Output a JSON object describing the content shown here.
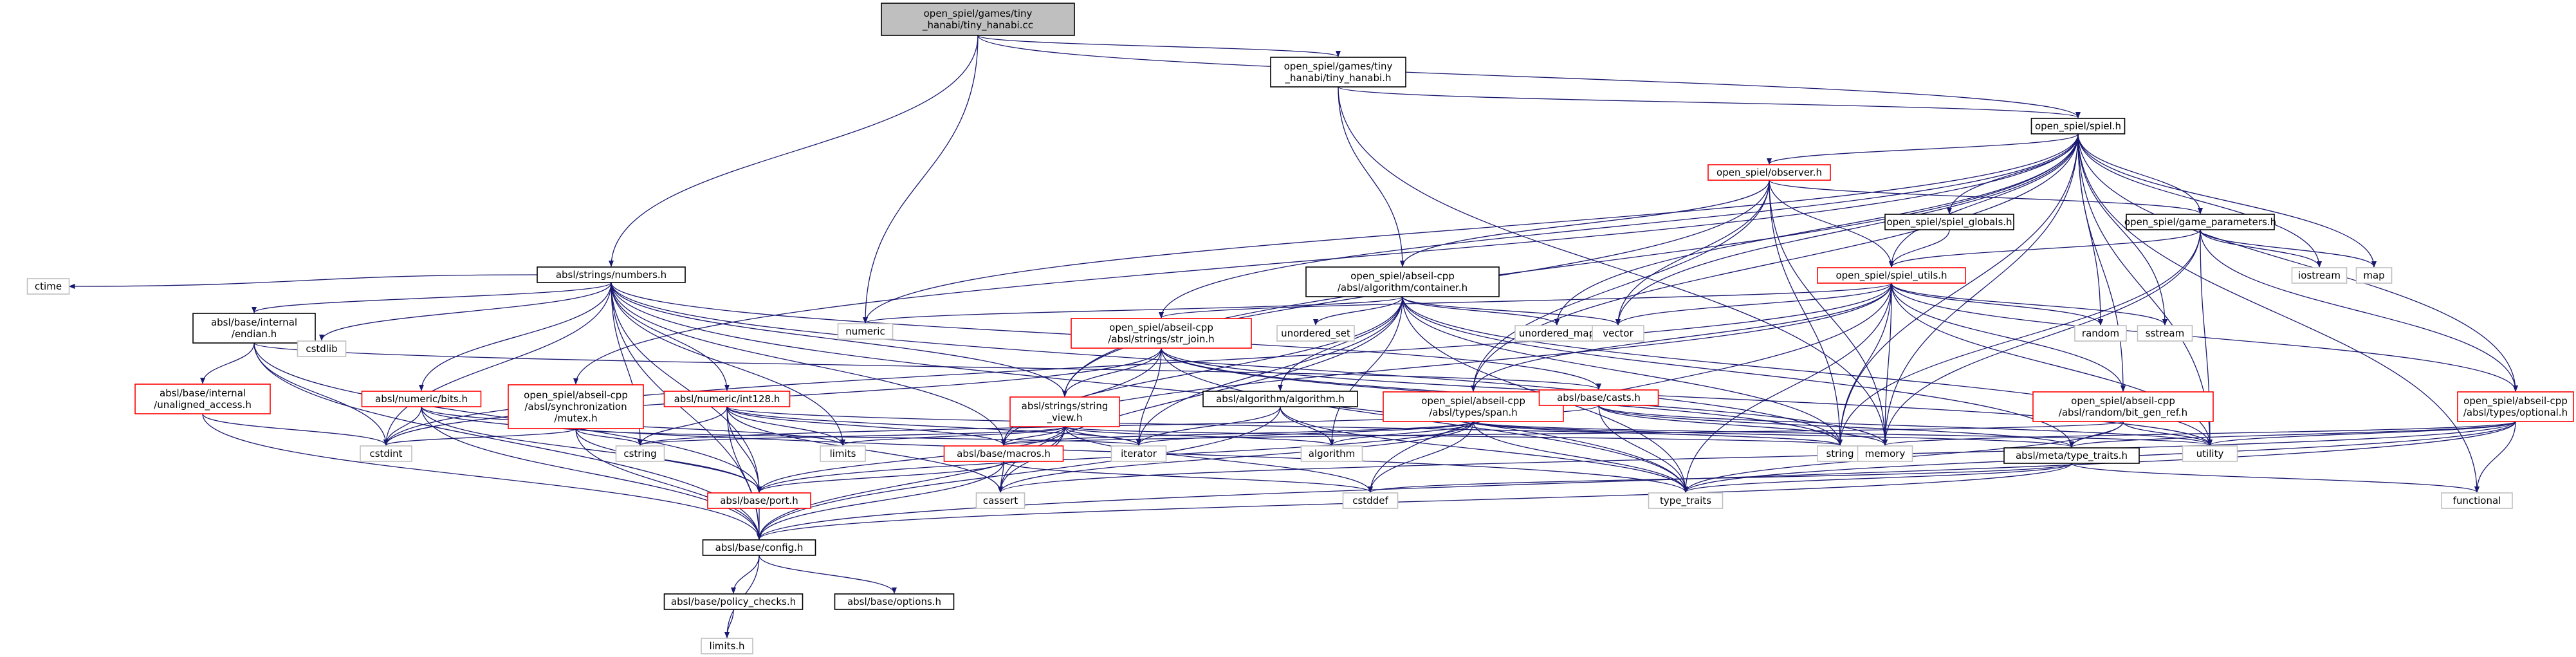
{
  "graph": {
    "colors": {
      "edge": "#191970",
      "root_fill": "#bfbfbf",
      "normal_border": "#000000",
      "incomplete_border": "#ff0000",
      "external_border": "#bfbfbf"
    },
    "nodes": [
      {
        "id": "root",
        "lines": [
          "open_spiel/games/tiny",
          "_hanabi/tiny_hanabi.cc"
        ],
        "kind": "root"
      },
      {
        "id": "th",
        "lines": [
          "open_spiel/games/tiny",
          "_hanabi/tiny_hanabi.h"
        ],
        "kind": "normal"
      },
      {
        "id": "spiel",
        "lines": [
          "open_spiel/spiel.h"
        ],
        "kind": "normal"
      },
      {
        "id": "observer",
        "lines": [
          "open_spiel/observer.h"
        ],
        "kind": "incomplete"
      },
      {
        "id": "globals",
        "lines": [
          "open_spiel/spiel_globals.h"
        ],
        "kind": "normal"
      },
      {
        "id": "gparams",
        "lines": [
          "open_spiel/game_parameters.h"
        ],
        "kind": "normal"
      },
      {
        "id": "numbers",
        "lines": [
          "absl/strings/numbers.h"
        ],
        "kind": "normal"
      },
      {
        "id": "container",
        "lines": [
          "open_spiel/abseil-cpp",
          "/absl/algorithm/container.h"
        ],
        "kind": "normal"
      },
      {
        "id": "utils",
        "lines": [
          "open_spiel/spiel_utils.h"
        ],
        "kind": "incomplete"
      },
      {
        "id": "endian",
        "lines": [
          "absl/base/internal",
          "/endian.h"
        ],
        "kind": "normal"
      },
      {
        "id": "strjoin",
        "lines": [
          "open_spiel/abseil-cpp",
          "/absl/strings/str_join.h"
        ],
        "kind": "incomplete"
      },
      {
        "id": "unaligned",
        "lines": [
          "absl/base/internal",
          "/unaligned_access.h"
        ],
        "kind": "incomplete"
      },
      {
        "id": "bits",
        "lines": [
          "absl/numeric/bits.h"
        ],
        "kind": "incomplete"
      },
      {
        "id": "mutex",
        "lines": [
          "open_spiel/abseil-cpp",
          "/absl/synchronization",
          "/mutex.h"
        ],
        "kind": "incomplete"
      },
      {
        "id": "int128",
        "lines": [
          "absl/numeric/int128.h"
        ],
        "kind": "incomplete"
      },
      {
        "id": "strview",
        "lines": [
          "absl/strings/string",
          "_view.h"
        ],
        "kind": "incomplete"
      },
      {
        "id": "algo",
        "lines": [
          "absl/algorithm/algorithm.h"
        ],
        "kind": "normal"
      },
      {
        "id": "span",
        "lines": [
          "open_spiel/abseil-cpp",
          "/absl/types/span.h"
        ],
        "kind": "incomplete"
      },
      {
        "id": "casts",
        "lines": [
          "absl/base/casts.h"
        ],
        "kind": "incomplete"
      },
      {
        "id": "bitgen",
        "lines": [
          "open_spiel/abseil-cpp",
          "/absl/random/bit_gen_ref.h"
        ],
        "kind": "incomplete"
      },
      {
        "id": "optional",
        "lines": [
          "open_spiel/abseil-cpp",
          "/absl/types/optional.h"
        ],
        "kind": "incomplete"
      },
      {
        "id": "macros",
        "lines": [
          "absl/base/macros.h"
        ],
        "kind": "incomplete"
      },
      {
        "id": "typetraits",
        "lines": [
          "absl/meta/type_traits.h"
        ],
        "kind": "normal"
      },
      {
        "id": "port",
        "lines": [
          "absl/base/port.h"
        ],
        "kind": "incomplete"
      },
      {
        "id": "config",
        "lines": [
          "absl/base/config.h"
        ],
        "kind": "normal"
      },
      {
        "id": "policy",
        "lines": [
          "absl/base/policy_checks.h"
        ],
        "kind": "normal"
      },
      {
        "id": "options",
        "lines": [
          "absl/base/options.h"
        ],
        "kind": "normal"
      },
      {
        "id": "ctime",
        "lines": [
          "ctime"
        ],
        "kind": "external"
      },
      {
        "id": "numeric",
        "lines": [
          "numeric"
        ],
        "kind": "external"
      },
      {
        "id": "cstdlib",
        "lines": [
          "cstdlib"
        ],
        "kind": "external"
      },
      {
        "id": "cstdint",
        "lines": [
          "cstdint"
        ],
        "kind": "external"
      },
      {
        "id": "cstring",
        "lines": [
          "cstring"
        ],
        "kind": "external"
      },
      {
        "id": "limits",
        "lines": [
          "limits"
        ],
        "kind": "external"
      },
      {
        "id": "iterator",
        "lines": [
          "iterator"
        ],
        "kind": "external"
      },
      {
        "id": "algorithm",
        "lines": [
          "algorithm"
        ],
        "kind": "external"
      },
      {
        "id": "cassert",
        "lines": [
          "cassert"
        ],
        "kind": "external"
      },
      {
        "id": "cstddef",
        "lines": [
          "cstddef"
        ],
        "kind": "external"
      },
      {
        "id": "string",
        "lines": [
          "string"
        ],
        "kind": "external"
      },
      {
        "id": "memory",
        "lines": [
          "memory"
        ],
        "kind": "external"
      },
      {
        "id": "utility",
        "lines": [
          "utility"
        ],
        "kind": "external"
      },
      {
        "id": "type_traits",
        "lines": [
          "type_traits"
        ],
        "kind": "external"
      },
      {
        "id": "functional",
        "lines": [
          "functional"
        ],
        "kind": "external"
      },
      {
        "id": "unordered_set",
        "lines": [
          "unordered_set"
        ],
        "kind": "external"
      },
      {
        "id": "unordered_map",
        "lines": [
          "unordered_map"
        ],
        "kind": "external"
      },
      {
        "id": "vector",
        "lines": [
          "vector"
        ],
        "kind": "external"
      },
      {
        "id": "random",
        "lines": [
          "random"
        ],
        "kind": "external"
      },
      {
        "id": "sstream",
        "lines": [
          "sstream"
        ],
        "kind": "external"
      },
      {
        "id": "iostream",
        "lines": [
          "iostream"
        ],
        "kind": "external"
      },
      {
        "id": "map",
        "lines": [
          "map"
        ],
        "kind": "external"
      },
      {
        "id": "limits_h",
        "lines": [
          "limits.h"
        ],
        "kind": "external"
      }
    ],
    "edges": [
      [
        "root",
        "th"
      ],
      [
        "root",
        "spiel"
      ],
      [
        "root",
        "numbers"
      ],
      [
        "root",
        "numeric"
      ],
      [
        "th",
        "spiel"
      ],
      [
        "th",
        "container"
      ],
      [
        "th",
        "memory"
      ],
      [
        "spiel",
        "observer"
      ],
      [
        "spiel",
        "globals"
      ],
      [
        "spiel",
        "gparams"
      ],
      [
        "spiel",
        "utils"
      ],
      [
        "spiel",
        "strjoin"
      ],
      [
        "spiel",
        "mutex"
      ],
      [
        "spiel",
        "span"
      ],
      [
        "spiel",
        "optional"
      ],
      [
        "spiel",
        "bitgen"
      ],
      [
        "spiel",
        "numeric"
      ],
      [
        "spiel",
        "unordered_map"
      ],
      [
        "spiel",
        "vector"
      ],
      [
        "spiel",
        "random"
      ],
      [
        "spiel",
        "sstream"
      ],
      [
        "spiel",
        "iostream"
      ],
      [
        "spiel",
        "map"
      ],
      [
        "spiel",
        "functional"
      ],
      [
        "spiel",
        "string"
      ],
      [
        "spiel",
        "utility"
      ],
      [
        "spiel",
        "memory"
      ],
      [
        "spiel",
        "strview"
      ],
      [
        "observer",
        "gparams"
      ],
      [
        "observer",
        "utils"
      ],
      [
        "observer",
        "container"
      ],
      [
        "observer",
        "span"
      ],
      [
        "observer",
        "strview"
      ],
      [
        "observer",
        "memory"
      ],
      [
        "observer",
        "string"
      ],
      [
        "observer",
        "vector"
      ],
      [
        "globals",
        "utils"
      ],
      [
        "gparams",
        "utils"
      ],
      [
        "gparams",
        "optional"
      ],
      [
        "gparams",
        "iostream"
      ],
      [
        "gparams",
        "map"
      ],
      [
        "gparams",
        "string"
      ],
      [
        "gparams",
        "utility"
      ],
      [
        "gparams",
        "memory"
      ],
      [
        "utils",
        "strjoin"
      ],
      [
        "utils",
        "span"
      ],
      [
        "utils",
        "optional"
      ],
      [
        "utils",
        "bitgen"
      ],
      [
        "utils",
        "random"
      ],
      [
        "utils",
        "sstream"
      ],
      [
        "utils",
        "vector"
      ],
      [
        "utils",
        "string"
      ],
      [
        "utils",
        "cstdint"
      ],
      [
        "utils",
        "type_traits"
      ],
      [
        "utils",
        "utility"
      ],
      [
        "utils",
        "cstddef"
      ],
      [
        "utils",
        "memory"
      ],
      [
        "utils",
        "macros"
      ],
      [
        "numbers",
        "endian"
      ],
      [
        "numbers",
        "bits"
      ],
      [
        "numbers",
        "int128"
      ],
      [
        "numbers",
        "strview"
      ],
      [
        "numbers",
        "macros"
      ],
      [
        "numbers",
        "port"
      ],
      [
        "numbers",
        "config"
      ],
      [
        "numbers",
        "ctime"
      ],
      [
        "numbers",
        "cstdlib"
      ],
      [
        "numbers",
        "cstdint"
      ],
      [
        "numbers",
        "cstring"
      ],
      [
        "numbers",
        "limits"
      ],
      [
        "numbers",
        "string"
      ],
      [
        "numbers",
        "type_traits"
      ],
      [
        "numbers",
        "casts"
      ],
      [
        "container",
        "algo"
      ],
      [
        "container",
        "macros"
      ],
      [
        "container",
        "typetraits"
      ],
      [
        "container",
        "numeric"
      ],
      [
        "container",
        "unordered_set"
      ],
      [
        "container",
        "unordered_map"
      ],
      [
        "container",
        "vector"
      ],
      [
        "container",
        "iterator"
      ],
      [
        "container",
        "algorithm"
      ],
      [
        "container",
        "cassert"
      ],
      [
        "container",
        "type_traits"
      ],
      [
        "container",
        "utility"
      ],
      [
        "container",
        "string"
      ],
      [
        "endian",
        "unaligned"
      ],
      [
        "endian",
        "port"
      ],
      [
        "endian",
        "config"
      ],
      [
        "endian",
        "cstdint"
      ],
      [
        "endian",
        "cstdlib"
      ],
      [
        "endian",
        "casts"
      ],
      [
        "strjoin",
        "strview"
      ],
      [
        "strjoin",
        "macros"
      ],
      [
        "strjoin",
        "cstdint"
      ],
      [
        "strjoin",
        "iterator"
      ],
      [
        "strjoin",
        "string"
      ],
      [
        "strjoin",
        "type_traits"
      ],
      [
        "strjoin",
        "utility"
      ],
      [
        "strjoin",
        "memory"
      ],
      [
        "unaligned",
        "config"
      ],
      [
        "unaligned",
        "cstdint"
      ],
      [
        "bits",
        "config"
      ],
      [
        "bits",
        "port"
      ],
      [
        "bits",
        "cstdint"
      ],
      [
        "bits",
        "limits"
      ],
      [
        "bits",
        "type_traits"
      ],
      [
        "mutex",
        "config"
      ],
      [
        "mutex",
        "port"
      ],
      [
        "mutex",
        "cstdint"
      ],
      [
        "mutex",
        "cstring"
      ],
      [
        "mutex",
        "iterator"
      ],
      [
        "int128",
        "config"
      ],
      [
        "int128",
        "port"
      ],
      [
        "int128",
        "macros"
      ],
      [
        "int128",
        "cassert"
      ],
      [
        "int128",
        "limits"
      ],
      [
        "int128",
        "cstring"
      ],
      [
        "int128",
        "iterator"
      ],
      [
        "int128",
        "string"
      ],
      [
        "strview",
        "config"
      ],
      [
        "strview",
        "port"
      ],
      [
        "strview",
        "macros"
      ],
      [
        "strview",
        "algorithm"
      ],
      [
        "strview",
        "cassert"
      ],
      [
        "strview",
        "cstddef"
      ],
      [
        "strview",
        "cstring"
      ],
      [
        "strview",
        "iterator"
      ],
      [
        "strview",
        "limits"
      ],
      [
        "strview",
        "string"
      ],
      [
        "algo",
        "config"
      ],
      [
        "algo",
        "algorithm"
      ],
      [
        "algo",
        "iterator"
      ],
      [
        "algo",
        "type_traits"
      ],
      [
        "span",
        "macros"
      ],
      [
        "span",
        "typetraits"
      ],
      [
        "span",
        "port"
      ],
      [
        "span",
        "algorithm"
      ],
      [
        "span",
        "cassert"
      ],
      [
        "span",
        "cstddef"
      ],
      [
        "span",
        "iterator"
      ],
      [
        "span",
        "type_traits"
      ],
      [
        "span",
        "utility"
      ],
      [
        "span",
        "string"
      ],
      [
        "casts",
        "typetraits"
      ],
      [
        "casts",
        "cstring"
      ],
      [
        "casts",
        "memory"
      ],
      [
        "casts",
        "type_traits"
      ],
      [
        "casts",
        "utility"
      ],
      [
        "bitgen",
        "typetraits"
      ],
      [
        "bitgen",
        "macros"
      ],
      [
        "bitgen",
        "type_traits"
      ],
      [
        "bitgen",
        "utility"
      ],
      [
        "optional",
        "typetraits"
      ],
      [
        "optional",
        "config"
      ],
      [
        "optional",
        "cassert"
      ],
      [
        "optional",
        "functional"
      ],
      [
        "optional",
        "type_traits"
      ],
      [
        "optional",
        "utility"
      ],
      [
        "optional",
        "memory"
      ],
      [
        "macros",
        "config"
      ],
      [
        "macros",
        "port"
      ],
      [
        "macros",
        "cassert"
      ],
      [
        "macros",
        "cstddef"
      ],
      [
        "typetraits",
        "config"
      ],
      [
        "typetraits",
        "cstddef"
      ],
      [
        "typetraits",
        "functional"
      ],
      [
        "typetraits",
        "type_traits"
      ],
      [
        "port",
        "config"
      ],
      [
        "config",
        "policy"
      ],
      [
        "config",
        "options"
      ],
      [
        "config",
        "limits_h"
      ],
      [
        "policy",
        "limits_h"
      ]
    ]
  }
}
